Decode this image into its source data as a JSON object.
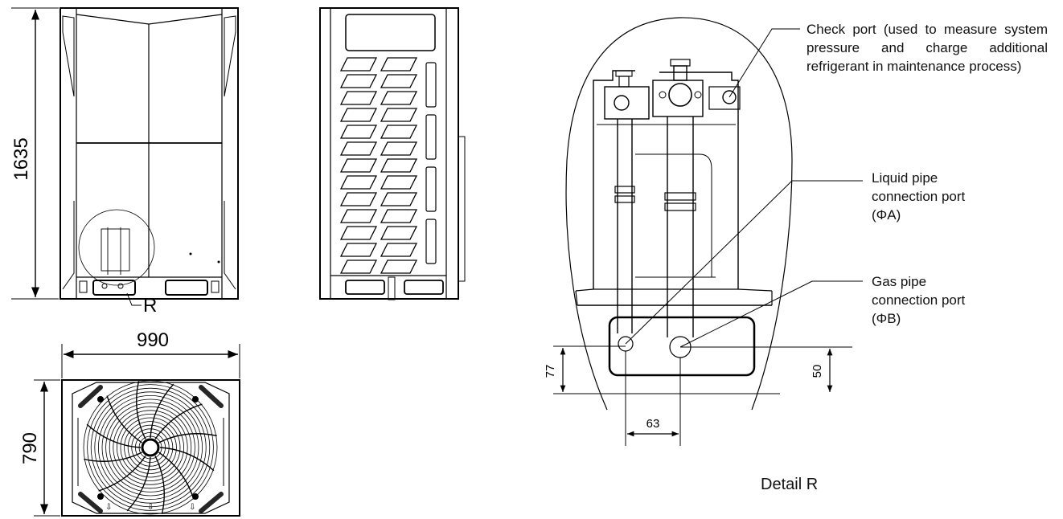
{
  "dimensions": {
    "height": "1635",
    "width": "990",
    "depth": "790",
    "detail_marker": "R",
    "liquid_height": "77",
    "gas_height": "50",
    "port_spacing": "63"
  },
  "annotations": {
    "check_port": "Check port (used to measure system pressure and charge additional refrigerant in maintenance process)",
    "liquid_port": "Liquid pipe connection port (ΦA)",
    "gas_port": "Gas pipe connection port (ΦB)",
    "detail_caption": "Detail R"
  }
}
